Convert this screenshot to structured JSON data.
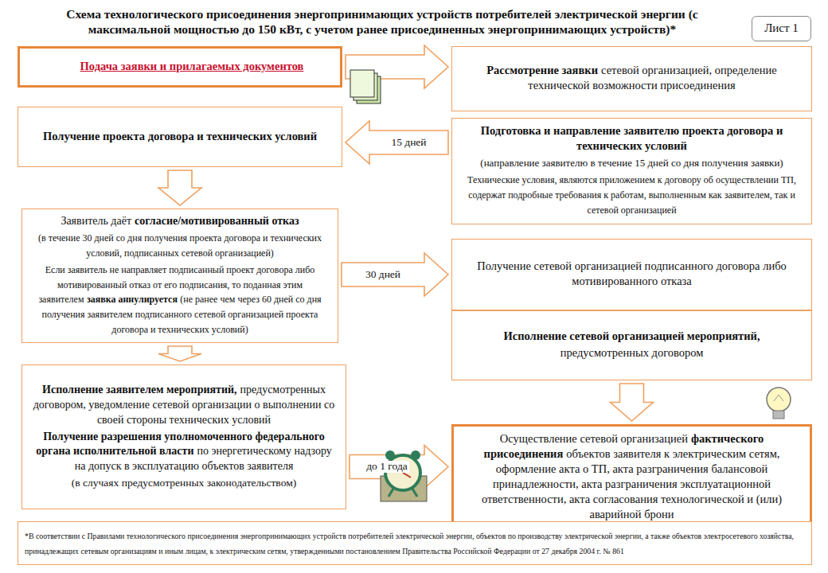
{
  "diagram": {
    "title": "Схема технологического присоединения энергопринимающих устройств потребителей электрической энергии (с максимальной мощностью до 150 кВт, с учетом ранее присоединенных энергопринимающих устройств)*",
    "nodes": [
      {
        "text": [
          "Подача заявки и прилагаемых документов"
        ]
      },
      {
        "text": [
          "Рассмотрение заявки",
          "сетевой организацией, определение технической возможности присоединения"
        ]
      },
      {
        "text": [
          "Получение проекта договора и технических условий"
        ]
      },
      {
        "text": [
          "Подготовка и направление заявителю проекта договора и технических условий",
          "(направление заявителю в течение 15 дней со дня получения заявки)",
          "Технические условия, являются приложением к договору об осуществлении ТП, содержат подробные требования к работам, выполненным как заявителем, так и сетевой организацией"
        ]
      },
      {
        "text": [
          "Заявитель даёт",
          "согласие/мотивированный отказ",
          "(в течение 30 дней со дня получения проекта договора и технических условий, подписанных сетевой организацией)",
          "Если заявитель не направляет подписанный проект договора либо мотивированный отказ от его подписания, то поданная этим заявителем",
          "заявка аннулируется",
          "(не ранее чем через 60 дней со дня получения заявителем подписанного сетевой организацией проекта договора и технических условий)"
        ]
      },
      {
        "text": [
          "Получение сетевой организацией подписанного договора либо мотивированного отказа"
        ]
      },
      {
        "text": [
          "Исполнение сетевой организацией мероприятий,",
          "предусмотренных договором"
        ]
      },
      {
        "text": [
          "Исполнение заявителем мероприятий,",
          "предусмотренных договором, уведомление сетевой организации о выполнении со своей стороны технических условий",
          "Получение разрешения уполномоченного федерального органа исполнительной власти",
          "по энергетическому надзору на допуск в эксплуатацию объектов заявителя",
          "(в случаях предусмотренных законодательством)"
        ]
      },
      {
        "text": [
          "Осуществление сетевой организацией",
          "фактического присоединения",
          "объектов заявителя к электрическим сетям, оформление акта о ТП, акта разграничения балансовой принадлежности, акта разграничения эксплуатационной ответственности, акта согласования технологической и (или) аварийной брони"
        ]
      },
      {
        "text": [
          "Лист 1"
        ]
      },
      {
        "text": [
          "*В соответствии с Правилами технологического присоединения энергопринимающих устройств потребителей электрической энергии, объектов по производству электрической энергии, а также объектов электросетевого хозяйства, принадлежащих сетевым организациям и иным лицам, к электрическим сетям, утвержденными постановлением Правительства Российской Федерации от 27 декабря 2004 г. № 861"
        ]
      }
    ],
    "edges": [
      {
        "from": 0,
        "to": 1,
        "arrow": "to"
      },
      {
        "from": 3,
        "to": 2,
        "label": "15 дней",
        "arrow": "to"
      },
      {
        "from": 2,
        "to": 4,
        "arrow": "to"
      },
      {
        "from": 4,
        "to": 5,
        "label": "30 дней",
        "arrow": "to"
      },
      {
        "from": 4,
        "to": 7,
        "arrow": "to"
      },
      {
        "from": 7,
        "to": 8,
        "label": "до 1 года",
        "arrow": "to"
      },
      {
        "from": 6,
        "to": 8,
        "arrow": "to"
      }
    ]
  }
}
